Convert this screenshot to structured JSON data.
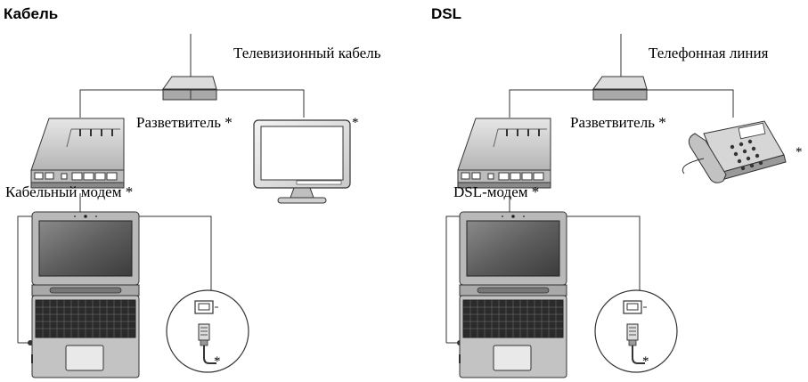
{
  "cable": {
    "title": "Кабель",
    "line_label": "Телевизионный кабель",
    "splitter_label": "Разветвитель *",
    "modem_label": "Кабельный модем *",
    "monitor_asterisk": "*",
    "plug_asterisk": "*"
  },
  "dsl": {
    "title": "DSL",
    "line_label": "Телефонная линия",
    "splitter_label": "Разветвитель *",
    "modem_label": "DSL-модем *",
    "phone_asterisk": "*",
    "plug_asterisk": "*"
  },
  "icons": [
    "splitter-icon",
    "modem-icon",
    "monitor-icon",
    "laptop-icon",
    "ethernet-plug-icon",
    "telephone-icon"
  ]
}
